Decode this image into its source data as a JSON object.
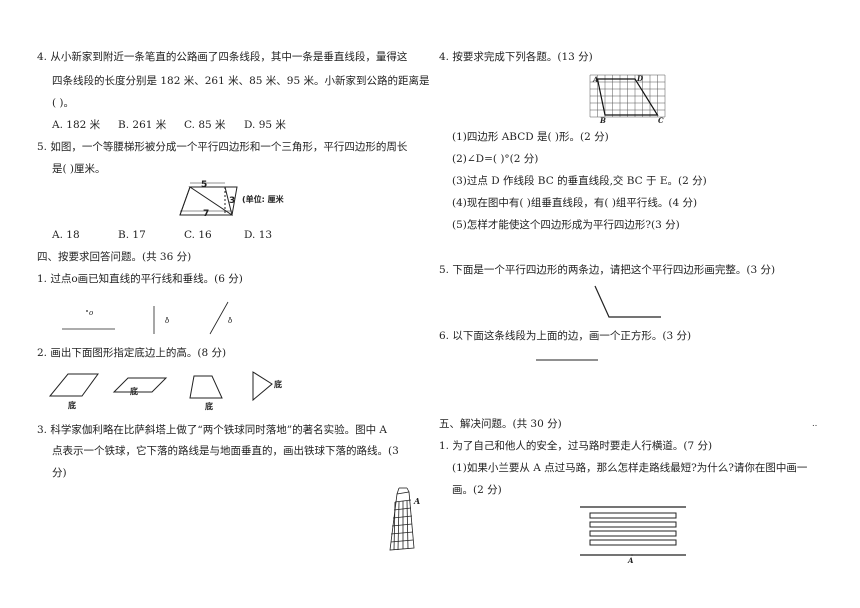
{
  "left": {
    "q4": {
      "line1": "4. 从小新家到附近一条笔直的公路画了四条线段，其中一条是垂直线段，量得这",
      "line2": "四条线段的长度分别是 182 米、261 米、85 米、95 米。小新家到公路的距离是",
      "line3": "(      )。",
      "options": [
        "A. 182 米",
        "B. 261 米",
        "C. 85 米",
        "D. 95 米"
      ]
    },
    "q5": {
      "line1": "5. 如图，一个等腰梯形被分成一个平行四边形和一个三角形，平行四边形的周长",
      "line2": "是(      )厘米。",
      "fig_top": "5",
      "fig_side": "3",
      "fig_bottom": "7",
      "fig_unit": "(单位: 厘米",
      "options": [
        "A. 18",
        "B. 17",
        "C. 16",
        "D. 13"
      ]
    },
    "section4": "四、按要求回答问题。(共 36 分)",
    "s4q1": {
      "text": "1. 过点o画已知直线的平行线和垂线。(6 分)",
      "point": "o"
    },
    "s4q2": {
      "text": "2. 画出下面图形指定底边上的高。(8 分)",
      "base": "底"
    },
    "s4q3": {
      "line1": "3. 科学家伽利略在比萨斜塔上做了“两个铁球同时落地”的著名实验。图中 A",
      "line2": "点表示一个铁球，它下落的路线是与地面垂直的，画出铁球下落的路线。(3",
      "line3": "分)",
      "point": "A"
    }
  },
  "right": {
    "q4": {
      "title": "4. 按要求完成下列各题。(13 分)",
      "grid_labels": [
        "A",
        "B",
        "D",
        "C"
      ],
      "sub1": "(1)四边形 ABCD 是(      )形。(2 分)",
      "sub2": "(2)∠D=(          )°(2 分)",
      "sub3": "(3)过点 D 作线段 BC 的垂直线段,交 BC 于 E。(2 分)",
      "sub4": "(4)现在图中有(      )组垂直线段，有(      )组平行线。(4 分)",
      "sub5": "(5)怎样才能使这个四边形成为平行四边形?(3 分)"
    },
    "q5": "5. 下面是一个平行四边形的两条边，请把这个平行四边形画完整。(3 分)",
    "q6": "6. 以下面这条线段为上面的边，画一个正方形。(3 分)",
    "section5": "五、解决问题。(共 30 分)",
    "s5q1": {
      "text": "1. 为了自己和他人的安全，过马路时要走人行横道。(7 分)",
      "sub1_line1": "(1)如果小兰要从 A 点过马路，那么怎样走路线最短?为什么?请你在图中画一",
      "sub1_line2": "画。(2 分)",
      "point": "A"
    }
  }
}
